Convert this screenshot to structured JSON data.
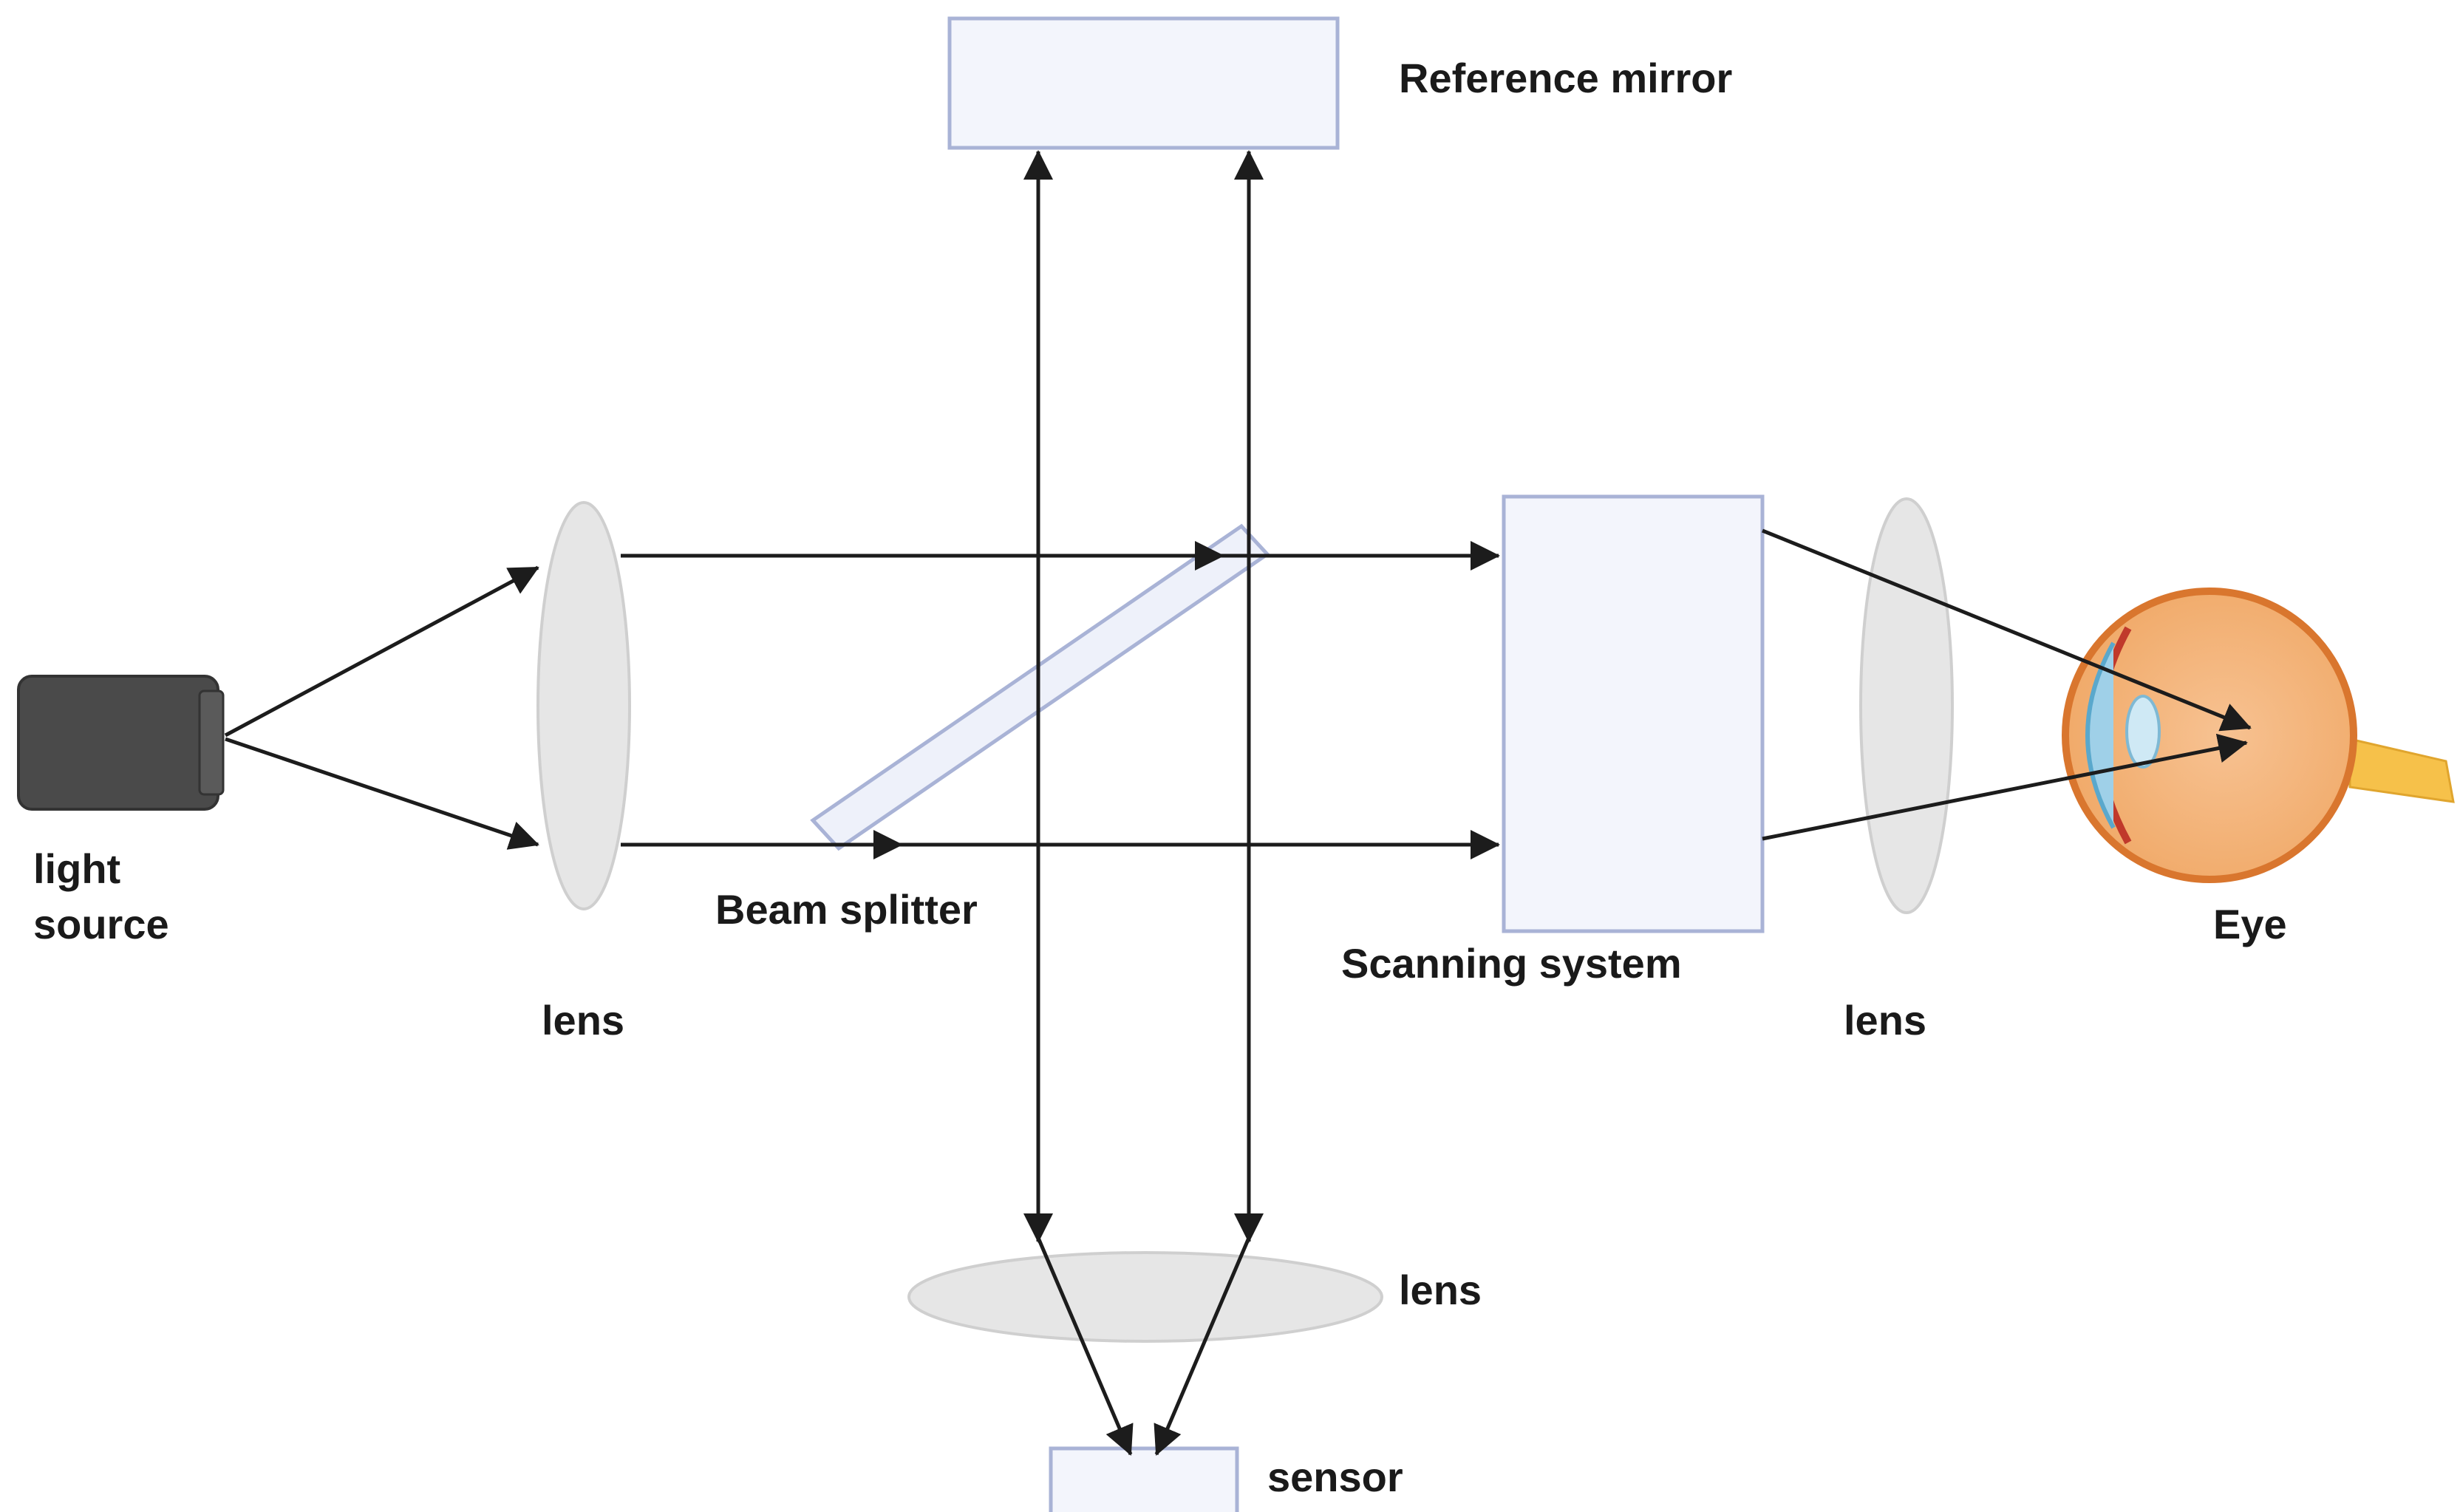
{
  "labels": {
    "reference_mirror": "Reference mirror",
    "light_source_line1": "light",
    "light_source_line2": "source",
    "lens_left": "lens",
    "beam_splitter": "Beam splitter",
    "scanning_system": "Scanning system",
    "lens_right": "lens",
    "eye": "Eye",
    "lens_bottom": "lens",
    "sensor": "sensor"
  },
  "colors": {
    "box_fill": "#f3f5fc",
    "box_stroke": "#a9b3d6",
    "lens_fill": "#e6e6e6",
    "lens_stroke": "#cfcfcf",
    "arrow": "#1c1c1c",
    "light_source": "#4a4a4a",
    "eye_body": "#f4b27a",
    "eye_rim": "#d9762e",
    "optic_nerve": "#f6c14a"
  }
}
